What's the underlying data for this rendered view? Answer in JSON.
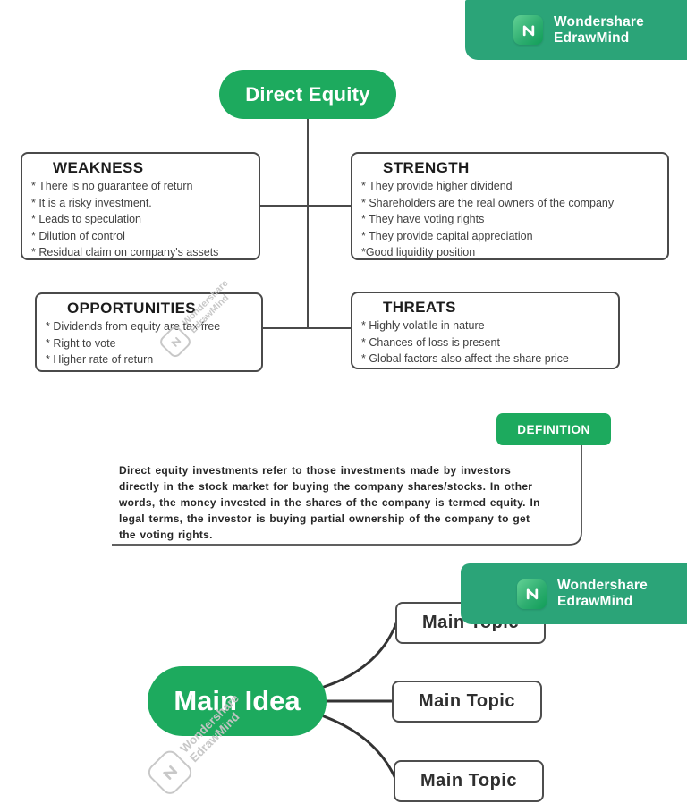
{
  "brand": {
    "line1": "Wondershare",
    "line2": "EdrawMind"
  },
  "colors": {
    "node_green": "#1daa5e",
    "badge_green": "#2ba478",
    "box_border": "#4a4a4a",
    "connector": "#3a3a3a",
    "watermark_gray": "#c6c6c6"
  },
  "mindmap1": {
    "root": "Direct Equity",
    "weakness": {
      "title": "WEAKNESS",
      "items": [
        "* There is no guarantee of return",
        "* It is a risky investment.",
        "* Leads to speculation",
        "* Dilution of control",
        "* Residual claim on company's assets"
      ]
    },
    "strength": {
      "title": "STRENGTH",
      "items": [
        "* They provide higher dividend",
        "* Shareholders are the real owners of the company",
        "* They have voting rights",
        "* They provide capital appreciation",
        "*Good liquidity position"
      ]
    },
    "opportunities": {
      "title": "OPPORTUNITIES",
      "items": [
        "* Dividends from equity are tax free",
        "* Right to vote",
        "* Higher rate of return"
      ]
    },
    "threats": {
      "title": "THREATS",
      "items": [
        "* Highly volatile in nature",
        "* Chances of loss is present",
        "* Global factors also affect the share price"
      ]
    }
  },
  "definition": {
    "label": "DEFINITION",
    "text": "Direct equity investments refer to those investments made by investors directly in the stock market for buying the company shares/stocks. In other words, the money invested in the shares of the company is termed equity. In legal terms, the investor is buying partial ownership of the company to get the voting rights."
  },
  "mindmap2": {
    "root": "Main Idea",
    "topics": [
      "Main Topic",
      "Main Topic",
      "Main Topic"
    ]
  },
  "watermark": {
    "line1": "Wondershare",
    "line2": "EdrawMind"
  }
}
